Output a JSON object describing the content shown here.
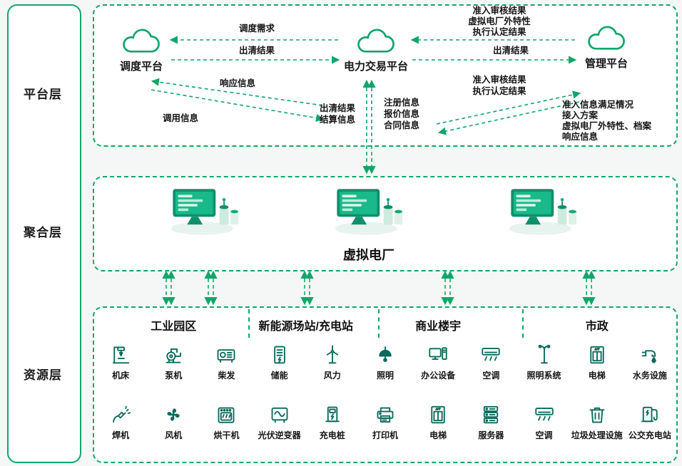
{
  "layers": {
    "platform": "平台层",
    "aggregation": "聚合层",
    "resource": "资源层"
  },
  "platforms": {
    "dispatch": "调度平台",
    "trading": "电力交易平台",
    "management": "管理平台"
  },
  "flows": {
    "dispatch_demand": "调度需求",
    "clearing_result_left": "出清结果",
    "admission_review_top": "准入审核结果",
    "vpp_external_top": "虚拟电厂外特性",
    "execution_result_top": "执行认定结果",
    "clearing_result_right": "出清结果",
    "response_info": "响应信息",
    "call_info": "调用信息",
    "clearing_result_center": "出清结果",
    "settlement_info": "结算信息",
    "register_info": "注册信息",
    "quote_info": "报价信息",
    "contract_info": "合同信息",
    "admission_review_mid": "准入审核结果",
    "execution_result_mid": "执行认定结果",
    "admission_info_satisfaction": "准入信息满足情况",
    "access_plan": "接入方案",
    "vpp_external_archive": "虚拟电厂外特性、档案",
    "response_info_right": "响应信息"
  },
  "aggregation": {
    "title": "虚拟电厂"
  },
  "resources": {
    "categories": [
      {
        "label": "工业园区"
      },
      {
        "label": "新能源场站/充电站"
      },
      {
        "label": "商业楼宇"
      },
      {
        "label": "市政"
      }
    ],
    "row1": [
      {
        "label": "机床",
        "icon": "machine-tool"
      },
      {
        "label": "泵机",
        "icon": "pump"
      },
      {
        "label": "柴发",
        "icon": "diesel-generator"
      },
      {
        "label": "储能",
        "icon": "energy-storage"
      },
      {
        "label": "风力",
        "icon": "wind-turbine"
      },
      {
        "label": "照明",
        "icon": "pendant-lamp"
      },
      {
        "label": "办公设备",
        "icon": "office-equipment"
      },
      {
        "label": "空调",
        "icon": "air-conditioner"
      },
      {
        "label": "照明系统",
        "icon": "street-light"
      },
      {
        "label": "电梯",
        "icon": "elevator"
      },
      {
        "label": "水务设施",
        "icon": "water-facility"
      }
    ],
    "row2": [
      {
        "label": "焊机",
        "icon": "welder"
      },
      {
        "label": "风机",
        "icon": "fan"
      },
      {
        "label": "烘干机",
        "icon": "dryer"
      },
      {
        "label": "光伏逆变器",
        "icon": "pv-inverter"
      },
      {
        "label": "充电桩",
        "icon": "charging-pile"
      },
      {
        "label": "打印机",
        "icon": "printer"
      },
      {
        "label": "电梯",
        "icon": "elevator"
      },
      {
        "label": "服务器",
        "icon": "server"
      },
      {
        "label": "空调",
        "icon": "air-conditioner"
      },
      {
        "label": "垃圾处理设施",
        "icon": "waste-facility"
      },
      {
        "label": "公交充电站",
        "icon": "bus-charging"
      }
    ]
  },
  "colors": {
    "accent_green": "#12a56a",
    "icon_teal": "#0a6a5c",
    "illustration_green": "#19b989"
  }
}
